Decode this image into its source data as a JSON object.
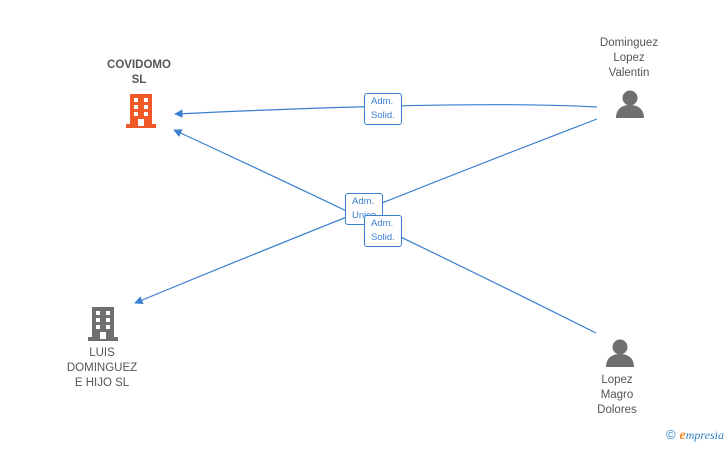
{
  "nodes": {
    "covidomo": {
      "line1": "COVIDOMO",
      "line2": "SL",
      "color": "#f05a28"
    },
    "luis": {
      "line1": "LUIS",
      "line2": "DOMINGUEZ",
      "line3": "E HIJO SL",
      "color": "#6f6f6f"
    },
    "valentin": {
      "line1": "Dominguez",
      "line2": "Lopez",
      "line3": "Valentin",
      "color": "#6f6f6f"
    },
    "dolores": {
      "line1": "Lopez",
      "line2": "Magro",
      "line3": "Dolores",
      "color": "#6f6f6f"
    }
  },
  "edges": [
    {
      "from": "Dominguez Lopez Valentin",
      "to": "COVIDOMO SL",
      "label1": "Adm.",
      "label2": "Solid."
    },
    {
      "from": "Dominguez Lopez Valentin",
      "to": "LUIS DOMINGUEZ E HIJO SL",
      "label1": "Adm.",
      "label2": "Unico"
    },
    {
      "from": "Lopez Magro Dolores",
      "to": "COVIDOMO SL",
      "label1": "Adm.",
      "label2": "Solid."
    }
  ],
  "colors": {
    "edge": "#3a7fd0"
  },
  "brand": {
    "copyright": "©",
    "e": "e",
    "rest": "mpresia"
  }
}
